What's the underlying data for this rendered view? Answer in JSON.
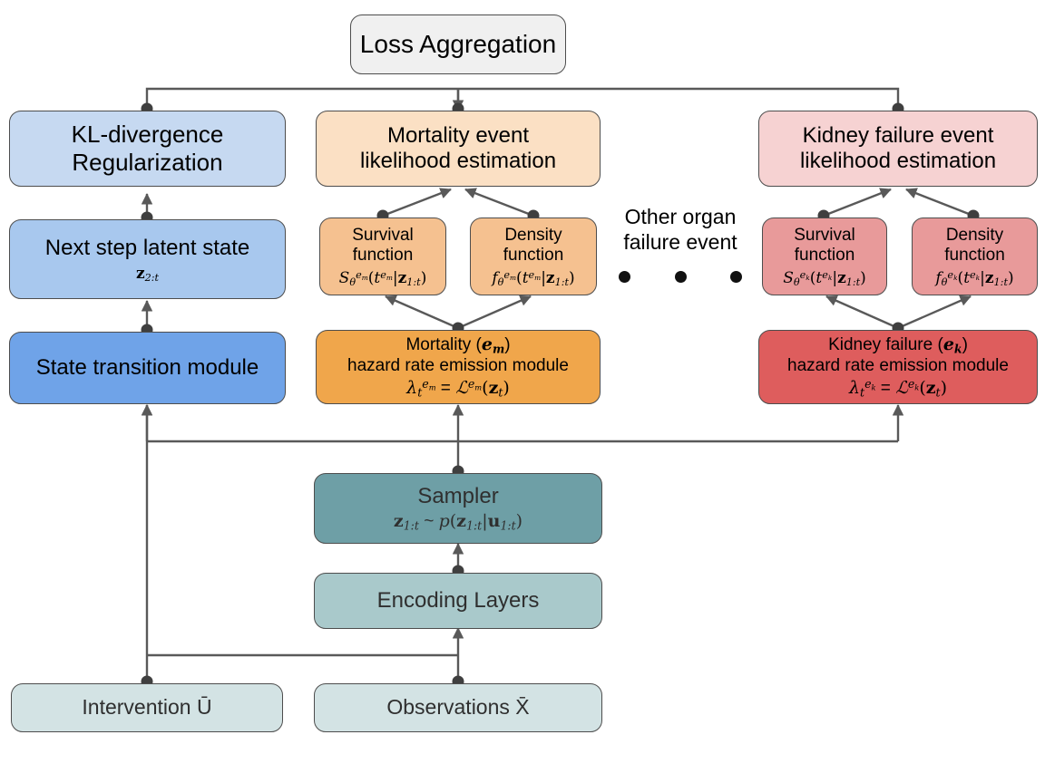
{
  "diagram": {
    "title": "Loss Aggregation",
    "nodes": {
      "loss_aggregation": {
        "label": "Loss Aggregation",
        "color": "#f0f0f0"
      },
      "kl_divergence": {
        "line1": "KL-divergence",
        "line2": "Regularization",
        "color": "#c6d9f1"
      },
      "next_latent": {
        "line1": "Next step latent state",
        "formula": "z2:t",
        "color": "#a8c8ee"
      },
      "state_transition": {
        "label": "State transition module",
        "color": "#6fa3e8"
      },
      "mortality_likelihood": {
        "line1": "Mortality event",
        "line2": "likelihood estimation",
        "color": "#fbe0c4"
      },
      "mortality_survival": {
        "line1": "Survival",
        "line2": "function",
        "formula": "S_theta^{e_m}(t^{e_m}|z_{1:t})",
        "color": "#f5c190"
      },
      "mortality_density": {
        "line1": "Density",
        "line2": "function",
        "formula": "f_theta^{e_m}(t^{e_m}|z_{1:t})",
        "color": "#f5c190"
      },
      "mortality_hazard": {
        "line1": "Mortality ( e_m )",
        "line2": "hazard rate emission module",
        "formula": "lambda_t^{e_m} = L^{e_m}(z_t)",
        "color": "#f0a64b"
      },
      "kidney_likelihood": {
        "line1": "Kidney failure event",
        "line2": "likelihood estimation",
        "color": "#f6d2d2"
      },
      "kidney_survival": {
        "line1": "Survival",
        "line2": "function",
        "formula": "S_theta^{e_k}(t^{e_k}|z_{1:t})",
        "color": "#e89a9a"
      },
      "kidney_density": {
        "line1": "Density",
        "line2": "function",
        "formula": "f_theta^{e_k}(t^{e_k}|z_{1:t})",
        "color": "#e89a9a"
      },
      "kidney_hazard": {
        "line1": "Kidney failure ( e_k )",
        "line2": "hazard rate emission module",
        "formula": "lambda_t^{e_k} = L^{e_k}(z_t)",
        "color": "#de5d5d"
      },
      "sampler": {
        "line1": "Sampler",
        "formula": "z_{1:t} ~ p(z_{1:t}|u_{1:t})",
        "color": "#6e9fa6"
      },
      "encoding_layers": {
        "label": "Encoding Layers",
        "color": "#a9c9cb"
      },
      "intervention": {
        "label": "Intervention  Ū",
        "color": "#d3e3e4"
      },
      "observations": {
        "label": "Observations  X̄",
        "color": "#d3e3e4"
      }
    },
    "annotations": {
      "other_organ": {
        "line1": "Other organ",
        "line2": "failure event",
        "dots": 3
      }
    },
    "edge_color": "#595959"
  }
}
